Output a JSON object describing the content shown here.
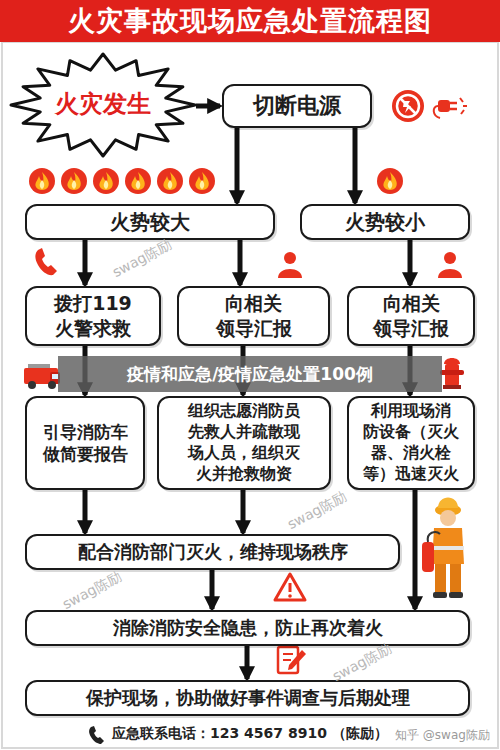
{
  "diagram": {
    "title": "火灾事故现场应急处置流程图",
    "nodes": [
      {
        "text": [
          "火灾发生"
        ]
      },
      {
        "text": [
          "切断电源"
        ]
      },
      {
        "text": [
          "火势较大"
        ]
      },
      {
        "text": [
          "火势较小"
        ]
      },
      {
        "text": [
          "拨打119 火警求救"
        ]
      },
      {
        "text": [
          "向相关 领导汇报"
        ]
      },
      {
        "text": [
          "向相关 领导汇报"
        ]
      },
      {
        "text": [
          "引导消防车 做简要报告"
        ]
      },
      {
        "text": [
          "组织志愿消防员 先救人并疏散现 场人员，组织灭 火并抢救物资"
        ]
      },
      {
        "text": [
          "利用现场消 防设备（灭火 器、消火栓 等）迅速灭火"
        ]
      },
      {
        "text": [
          "配合消防部门灭火，维持现场秩序"
        ]
      },
      {
        "text": [
          "消除消防安全隐患，防止再次着火"
        ]
      },
      {
        "text": [
          "保护现场，协助做好事件调查与后期处理"
        ]
      }
    ],
    "edges": [
      {
        "from": 0,
        "to": 1,
        "arrow": "to"
      },
      {
        "from": 1,
        "to": 2,
        "arrow": "to"
      },
      {
        "from": 1,
        "to": 3,
        "arrow": "to"
      },
      {
        "from": 2,
        "to": 4,
        "arrow": "to"
      },
      {
        "from": 2,
        "to": 5,
        "arrow": "to"
      },
      {
        "from": 3,
        "to": 6,
        "arrow": "to"
      },
      {
        "from": 4,
        "to": 7,
        "arrow": "to"
      },
      {
        "from": 5,
        "to": 8,
        "arrow": "to"
      },
      {
        "from": 6,
        "to": 9,
        "arrow": "to"
      },
      {
        "from": 7,
        "to": 10,
        "arrow": "to"
      },
      {
        "from": 8,
        "to": 10,
        "arrow": "to"
      },
      {
        "from": 9,
        "to": 11,
        "arrow": "to"
      },
      {
        "from": 10,
        "to": 11,
        "arrow": "to"
      },
      {
        "from": 11,
        "to": 12,
        "arrow": "to"
      }
    ],
    "labels": [
      "疫情和应急/疫情应急处置100例",
      "swag陈励",
      "swag陈励",
      "swag陈励",
      "swag陈励",
      "应急联系电话：123 4567 8910 （陈励）",
      "知乎 @swag陈励"
    ]
  }
}
